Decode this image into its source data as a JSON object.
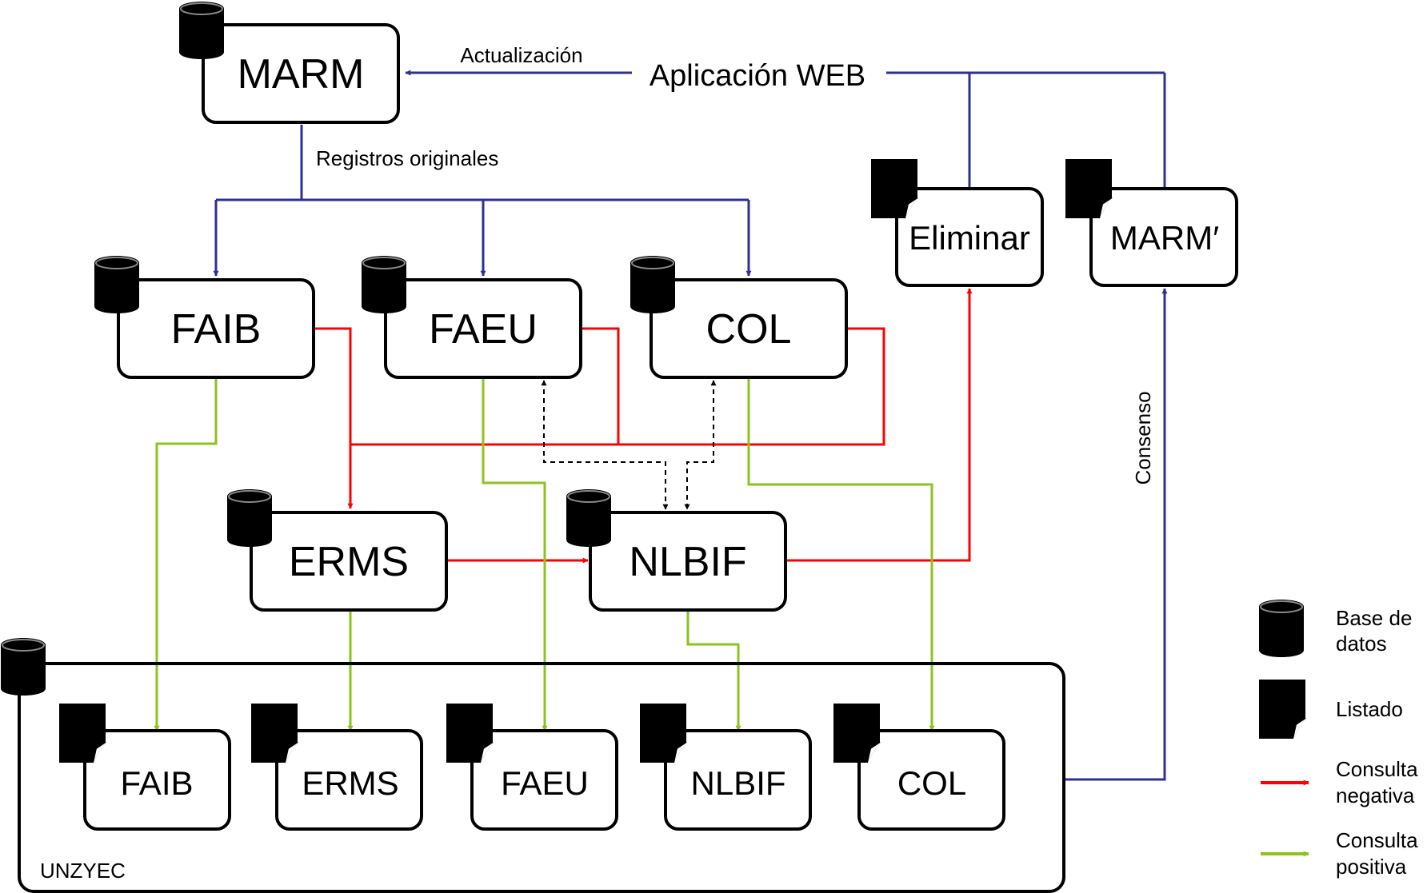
{
  "nodes": {
    "marm": "MARM",
    "faib": "FAIB",
    "faeu": "FAEU",
    "col": "COL",
    "erms": "ERMS",
    "nlbif": "NLBIF",
    "eliminar": "Eliminar",
    "marm_prime": "MARM′"
  },
  "container": {
    "label": "UNZYEC",
    "items": [
      "FAIB",
      "ERMS",
      "FAEU",
      "NLBIF",
      "COL"
    ]
  },
  "labels": {
    "web_app": "Aplicación WEB",
    "update": "Actualización",
    "original_records": "Registros originales",
    "consensus": "Consenso"
  },
  "legend": {
    "database_line1": "Base de",
    "database_line2": "datos",
    "listing": "Listado",
    "negative_line1": "Consulta",
    "negative_line2": "negativa",
    "positive_line1": "Consulta",
    "positive_line2": "positiva"
  },
  "colors": {
    "blue": "#2e3192",
    "red": "#ff0000",
    "green": "#8dc21f",
    "black": "#000000"
  }
}
